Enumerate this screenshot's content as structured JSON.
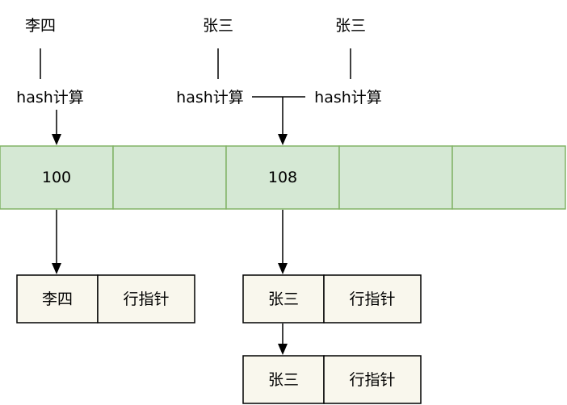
{
  "keys": [
    "李四",
    "张三",
    "张三"
  ],
  "hash_label": "hash计算",
  "buckets": [
    "100",
    "",
    "108",
    "",
    ""
  ],
  "entries": [
    {
      "key": "李四",
      "value": "行指针"
    },
    {
      "key": "张三",
      "value": "行指针"
    },
    {
      "key": "张三",
      "value": "行指针"
    }
  ],
  "colors": {
    "bucket_fill": "#d5e8d4",
    "bucket_stroke": "#82b366",
    "node_fill": "#f9f7ed",
    "line": "#000000"
  }
}
